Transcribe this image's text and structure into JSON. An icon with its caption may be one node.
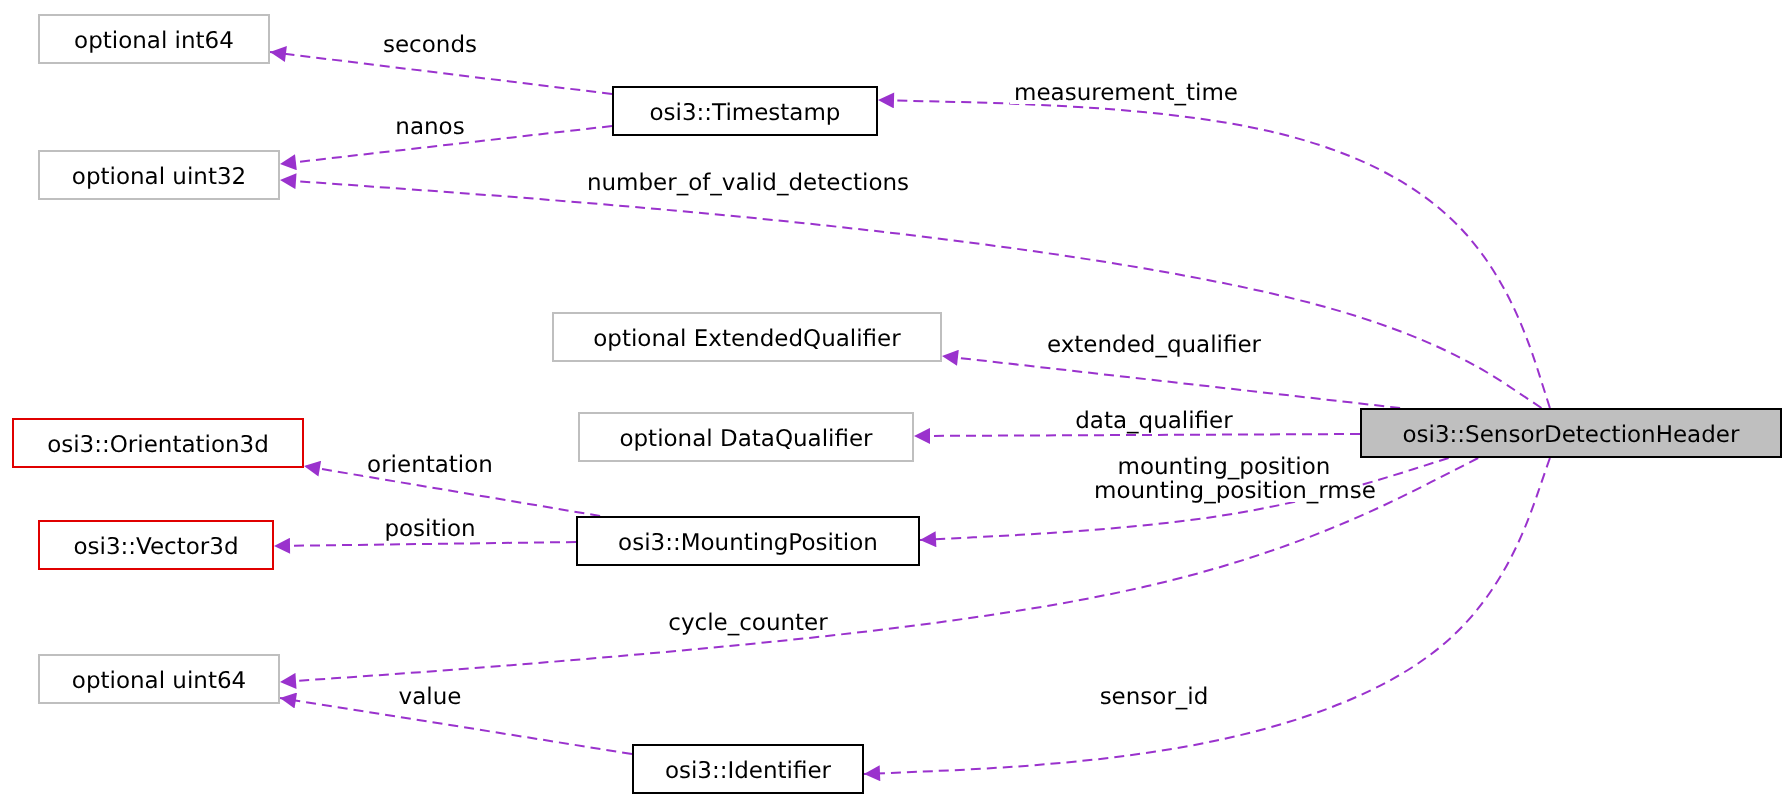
{
  "diagram": {
    "nodes": [
      {
        "text": [
          "optional int64"
        ]
      },
      {
        "text": [
          "osi3::Timestamp"
        ]
      },
      {
        "text": [
          "optional uint32"
        ]
      },
      {
        "text": [
          "optional ExtendedQualifier"
        ]
      },
      {
        "text": [
          "optional DataQualifier"
        ]
      },
      {
        "text": [
          "osi3::SensorDetectionHeader"
        ]
      },
      {
        "text": [
          "osi3::Orientation3d"
        ]
      },
      {
        "text": [
          "osi3::Vector3d"
        ]
      },
      {
        "text": [
          "osi3::MountingPosition"
        ]
      },
      {
        "text": [
          "optional uint64"
        ]
      },
      {
        "text": [
          "osi3::Identifier"
        ]
      }
    ],
    "edges": [
      {
        "from": 1,
        "to": 0,
        "arrow": "to",
        "label": "seconds",
        "style": "dashed"
      },
      {
        "from": 1,
        "to": 2,
        "arrow": "to",
        "label": "nanos",
        "style": "dashed"
      },
      {
        "from": 5,
        "to": 1,
        "arrow": "to",
        "label": "measurement_time",
        "style": "dashed"
      },
      {
        "from": 5,
        "to": 2,
        "arrow": "to",
        "label": "number_of_valid_detections",
        "style": "dashed"
      },
      {
        "from": 5,
        "to": 3,
        "arrow": "to",
        "label": "extended_qualifier",
        "style": "dashed"
      },
      {
        "from": 5,
        "to": 4,
        "arrow": "to",
        "label": "data_qualifier",
        "style": "dashed"
      },
      {
        "from": 8,
        "to": 6,
        "arrow": "to",
        "label": "orientation",
        "style": "dashed"
      },
      {
        "from": 8,
        "to": 7,
        "arrow": "to",
        "label": "position",
        "style": "dashed"
      },
      {
        "from": 5,
        "to": 8,
        "arrow": "to",
        "label": "mounting_position mounting_position_rmse",
        "style": "dashed"
      },
      {
        "from": 5,
        "to": 9,
        "arrow": "to",
        "label": "cycle_counter",
        "style": "dashed"
      },
      {
        "from": 10,
        "to": 9,
        "arrow": "to",
        "label": "value",
        "style": "dashed"
      },
      {
        "from": 5,
        "to": 10,
        "arrow": "to",
        "label": "sensor_id",
        "style": "dashed"
      }
    ]
  }
}
